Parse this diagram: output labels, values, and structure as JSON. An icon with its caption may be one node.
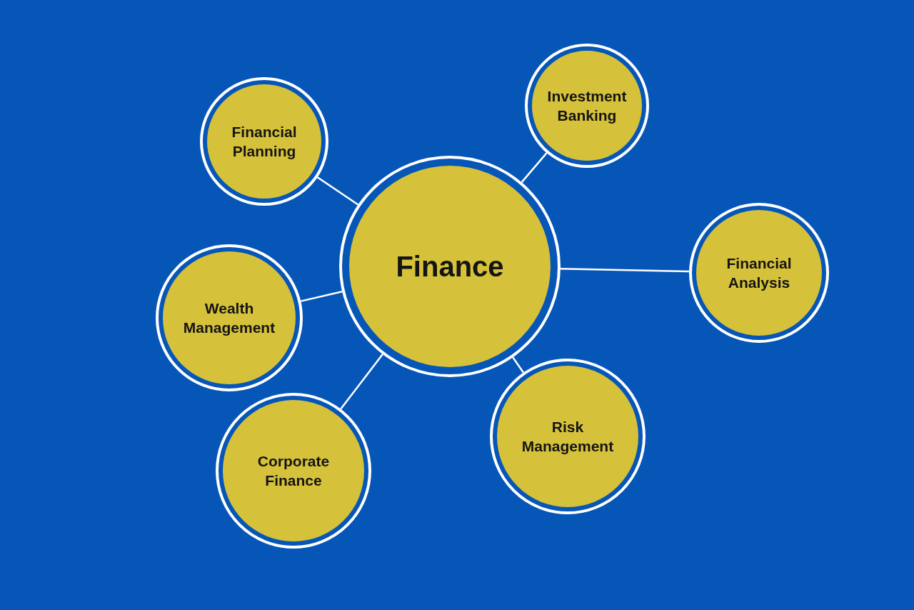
{
  "diagram": {
    "nodes": [
      {
        "text": [
          "Financial Planning"
        ]
      },
      {
        "text": [
          "Investment Banking"
        ]
      },
      {
        "text": [
          "Finance"
        ]
      },
      {
        "text": [
          "Financial Analysis"
        ]
      },
      {
        "text": [
          "Wealth Management"
        ]
      },
      {
        "text": [
          "Risk Management"
        ]
      },
      {
        "text": [
          "Corporate Finance"
        ]
      }
    ],
    "edges": [
      {
        "from": 2,
        "to": 0,
        "arrow": "none"
      },
      {
        "from": 2,
        "to": 1,
        "arrow": "none"
      },
      {
        "from": 2,
        "to": 3,
        "arrow": "none"
      },
      {
        "from": 2,
        "to": 4,
        "arrow": "none"
      },
      {
        "from": 2,
        "to": 5,
        "arrow": "none"
      },
      {
        "from": 2,
        "to": 6,
        "arrow": "none"
      }
    ]
  }
}
